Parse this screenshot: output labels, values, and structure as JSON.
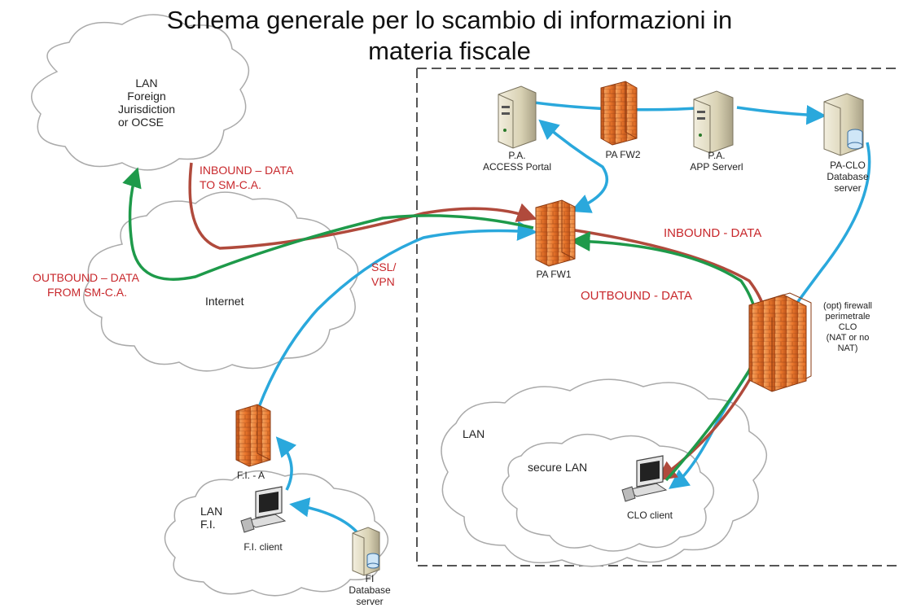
{
  "title_line1": "Schema generale per lo scambio di informazioni in",
  "title_line2": "materia fiscale",
  "clouds": {
    "foreign": [
      "LAN",
      "Foreign",
      "Jurisdiction",
      "or OCSE"
    ],
    "internet": "Internet",
    "lan_fi": [
      "LAN",
      "F.I."
    ],
    "clo_lan": "LAN",
    "secure_lan": "secure LAN"
  },
  "nodes": {
    "pa_access_portal": [
      "P.A.",
      "ACCESS Portal"
    ],
    "pa_fw2": "PA FW2",
    "pa_app_server": [
      "P.A.",
      "APP Serverl"
    ],
    "pa_clo_db": [
      "PA-CLO",
      "Database",
      "server"
    ],
    "pa_fw1": "PA FW1",
    "opt_firewall": [
      "(opt) firewall",
      "perimetrale",
      "CLO",
      "(NAT or no",
      "NAT)"
    ],
    "fi_a": "F.I. - A",
    "fi_client": "F.I. client",
    "fi_db": [
      "FI",
      "Database",
      "server"
    ],
    "clo_client": "CLO client"
  },
  "flows": {
    "inbound_to": [
      "INBOUND – DATA",
      "TO SM-C.A."
    ],
    "outbound_from": [
      "OUTBOUND – DATA",
      "FROM SM-C.A."
    ],
    "ssl_vpn": [
      "SSL/",
      "VPN"
    ],
    "inbound_data": "INBOUND - DATA",
    "outbound_data": "OUTBOUND - DATA"
  },
  "colors": {
    "blue": "#2aa8dc",
    "green": "#1e9a4a",
    "red": "#b04a3c",
    "label_red": "#c8282c",
    "firewall": "#e8742a",
    "server": "#d9d2b4"
  }
}
